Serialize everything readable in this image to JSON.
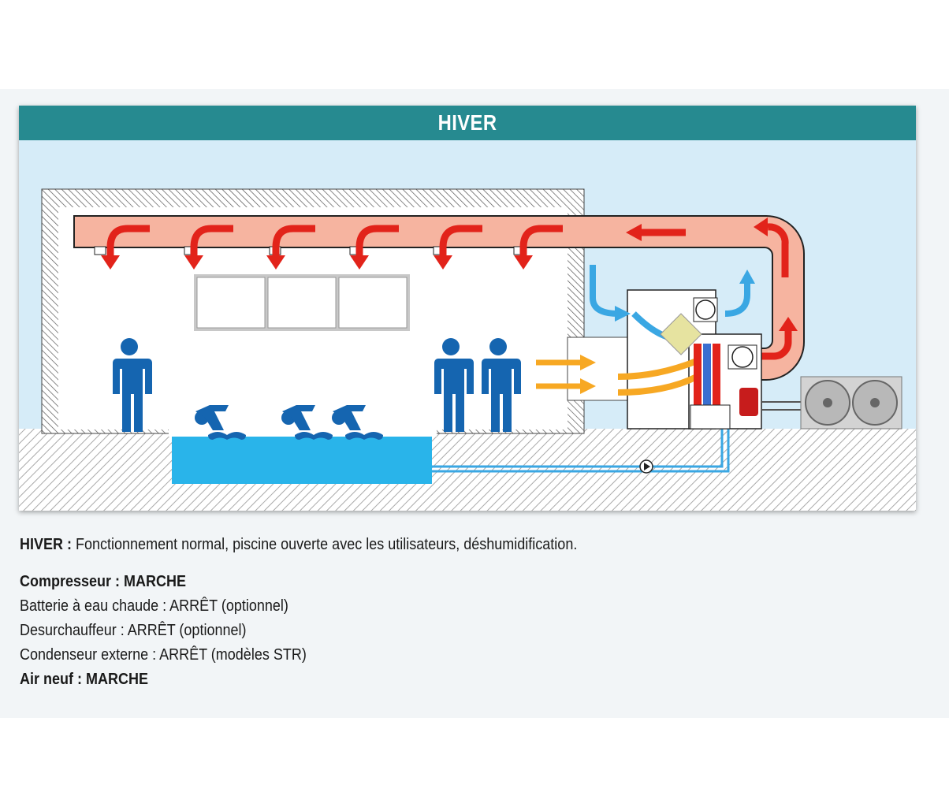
{
  "title": "HIVER",
  "diagram": {
    "pump_symbol": "pump-icon",
    "colors": {
      "header": "#268a90",
      "sky": "#d6ecf8",
      "warm_duct": "#f6b4a0",
      "hot_arrow": "#e2231a",
      "cold_arrow": "#3aa7e3",
      "fresh_air_arrow": "#f7a823",
      "people": "#1565b0",
      "pool_water": "#29b4ea",
      "ground_hatch": "#b0b0b0"
    }
  },
  "caption": {
    "line1_bold": "HIVER :",
    "line1_text": " Fonctionnement normal, piscine ouverte avec les utilisateurs, déshumidification.",
    "items": [
      {
        "label": "Compresseur : MARCHE",
        "bold": true
      },
      {
        "label": "Batterie à eau chaude : ARRÊT (optionnel)",
        "bold": false
      },
      {
        "label": "Desurchauffeur : ARRÊT (optionnel)",
        "bold": false
      },
      {
        "label": "Condenseur externe : ARRÊT (modèles STR)",
        "bold": false
      },
      {
        "label": "Air neuf : MARCHE",
        "bold": true
      }
    ]
  }
}
